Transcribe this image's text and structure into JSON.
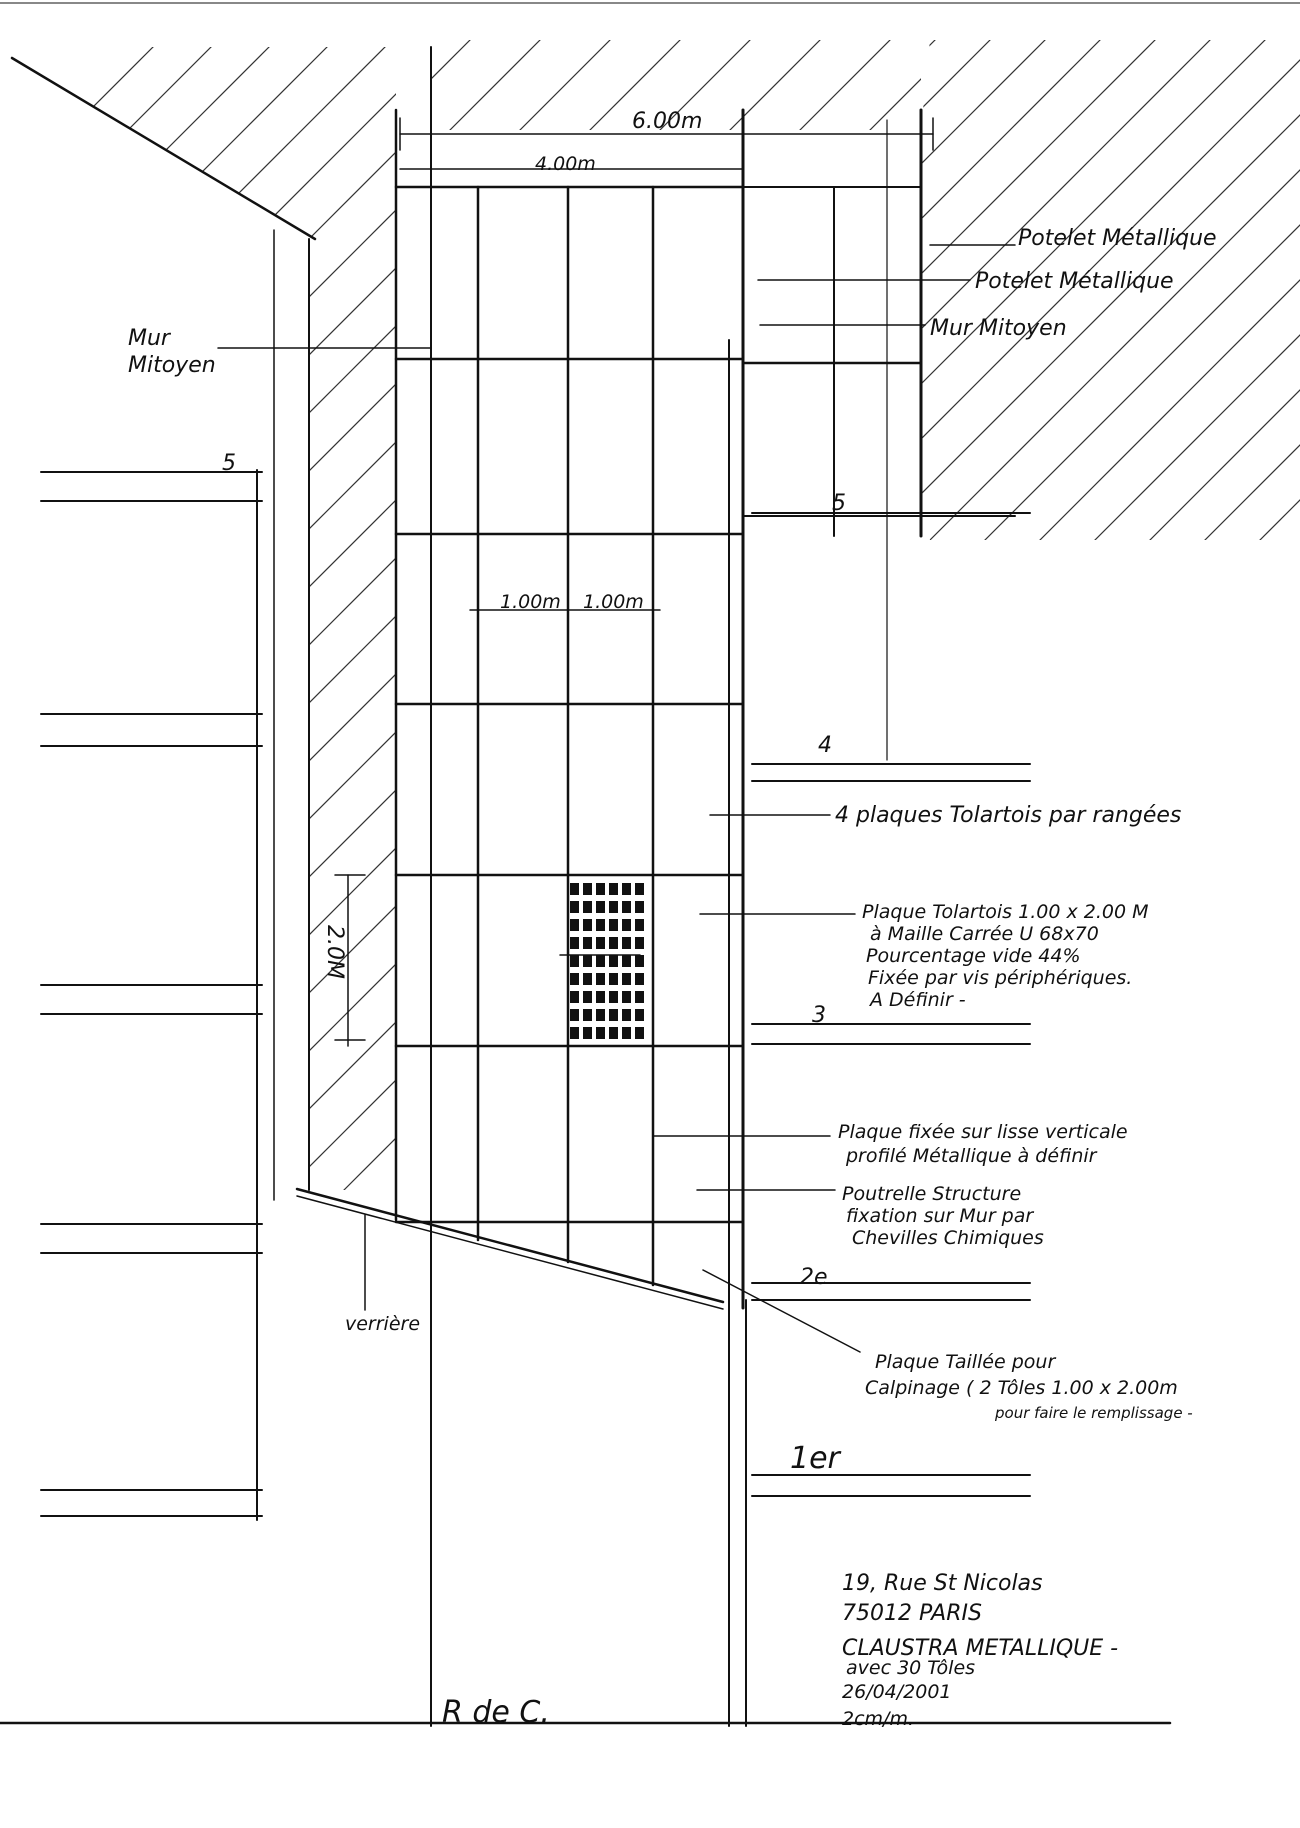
{
  "dimensions": {
    "overall_width": "6.00m",
    "grid_width": "4.00m",
    "module_width_1": "1.00m",
    "module_width_2": "1.00m",
    "module_height": "2.0M"
  },
  "labels": {
    "mur_mitoyen_left_1": "Mur",
    "mur_mitoyen_left_2": "Mitoyen",
    "potelet_1": "Potelet Métallique",
    "potelet_2": "Potelet Métallique",
    "mur_mitoyen_right": "Mur Mitoyen",
    "plaques_per_row": "4 plaques Tolartois par rangées",
    "plaque_note": [
      "Plaque Tolartois  1.00 x 2.00 M",
      "à Maille Carrée  U 68x70",
      "Pourcentage vide 44%",
      "Fixée par vis périphériques.",
      "A Définir -"
    ],
    "lisse_note": [
      "Plaque fixée sur lisse verticale",
      "profilé Métallique à définir"
    ],
    "poutrelle_note": [
      "Poutrelle Structure",
      "fixation sur Mur par",
      "Chevilles Chimiques"
    ],
    "calpinage_note": [
      "Plaque Taillée pour",
      "Calpinage ( 2 Tôles  1.00 x 2.00m",
      "pour faire le remplissage -"
    ],
    "verriere": "verrière",
    "ground_floor": "R de C."
  },
  "floors": {
    "left_5": "5",
    "right_5": "5",
    "right_4": "4",
    "right_3": "3",
    "right_2": "2e",
    "right_1": "1er"
  },
  "title_block": {
    "address": "19, Rue St Nicolas",
    "city": "75012 PARIS",
    "project": "CLAUSTRA METALLIQUE -",
    "detail": "avec 30 Tôles",
    "date": "26/04/2001",
    "scale": "2cm/m."
  }
}
